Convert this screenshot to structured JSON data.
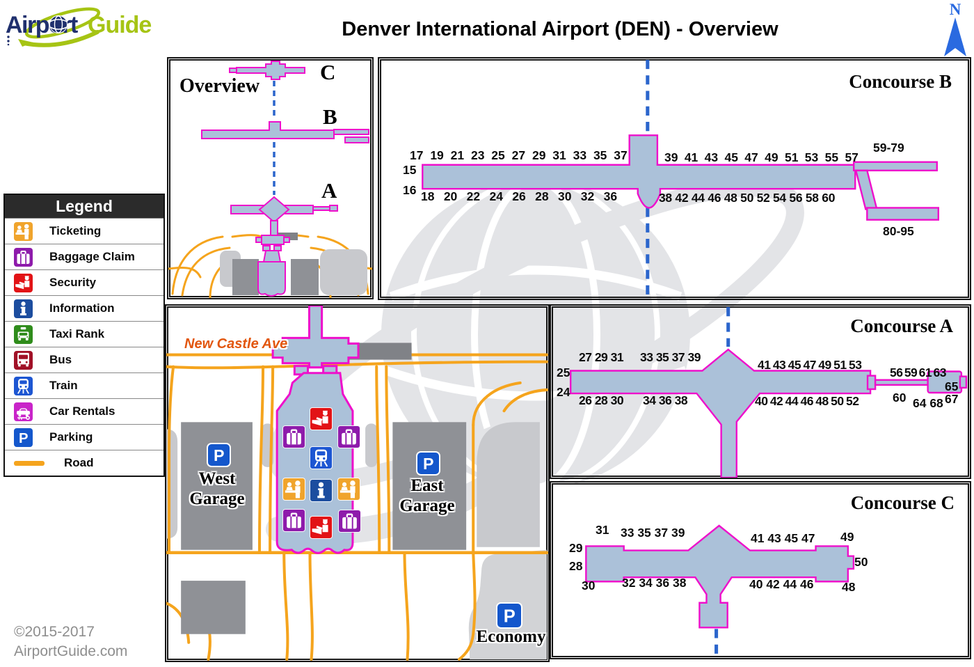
{
  "logo": {
    "text_airport": "Airport",
    "text_guide": "Guide"
  },
  "header": {
    "title": "Denver International Airport (DEN) - Overview"
  },
  "compass": {
    "label": "N"
  },
  "legend": {
    "title": "Legend",
    "items": [
      {
        "label": "Ticketing",
        "icon": "ticketing-icon",
        "type": "ticketing",
        "color": "#F0A42C"
      },
      {
        "label": "Baggage Claim",
        "icon": "baggage-claim-icon",
        "type": "baggage",
        "color": "#8E1BAB"
      },
      {
        "label": "Security",
        "icon": "security-icon",
        "type": "security",
        "color": "#E21316"
      },
      {
        "label": "Information",
        "icon": "information-icon",
        "type": "information",
        "color": "#1C4D9F"
      },
      {
        "label": "Taxi Rank",
        "icon": "taxi-rank-icon",
        "type": "taxi",
        "color": "#2F8C1B"
      },
      {
        "label": "Bus",
        "icon": "bus-icon",
        "type": "bus",
        "color": "#A11127"
      },
      {
        "label": "Train",
        "icon": "train-icon",
        "type": "train",
        "color": "#1D56D2"
      },
      {
        "label": "Car Rentals",
        "icon": "car-rentals-icon",
        "type": "car-rentals",
        "color": "#C924C9"
      },
      {
        "label": "Parking",
        "icon": "parking-icon",
        "type": "parking",
        "color": "#1457CC"
      },
      {
        "label": "Road",
        "icon": "road-line",
        "type": "road",
        "color": "#F5A41D"
      }
    ]
  },
  "overview_panel": {
    "title": "Overview",
    "labels": {
      "c": "C",
      "b": "B",
      "a": "A"
    }
  },
  "concourse_b": {
    "title": "Concourse B",
    "gates": [
      "17 19 21 23 25 27 29 31 33 35 37",
      "39 41 43 45 47 49 51 53 55 57",
      "59-79",
      "15",
      "16",
      "18 20 22 24 26 28 30 32 36",
      "38 42 44 46 48 50 52 54 56 58 60",
      "80-95"
    ]
  },
  "concourse_a": {
    "title": "Concourse A",
    "gates": [
      "27 29 31",
      "33 35 37 39",
      "25",
      "24",
      "26 28 30",
      "34 36 38",
      "41 43 45 47 49 51 53",
      "40 42 44 46 48 50 52",
      "56 59 61 63",
      "65",
      "60",
      "64 68",
      "67"
    ]
  },
  "concourse_c": {
    "title": "Concourse C",
    "gates": [
      "31",
      "33 35 37 39",
      "29",
      "28",
      "30",
      "32 34 36 38",
      "41 43 45 47",
      "49",
      "50",
      "40 42 44 46",
      "48"
    ]
  },
  "main_map": {
    "street_label": "New Castle Ave",
    "west_garage": "West Garage",
    "east_garage": "East Garage",
    "economy_label": "Economy",
    "terminal_icons": [
      "security",
      "baggage",
      "baggage",
      "train",
      "ticketing",
      "information",
      "ticketing",
      "baggage",
      "security",
      "baggage"
    ]
  },
  "icons": {
    "parking_letter": "P"
  },
  "footer": {
    "line1": "©2015-2017",
    "line2": "AirportGuide.com"
  },
  "colors": {
    "concourse_fill": "#ABC1D9",
    "concourse_outline": "#EE10CB",
    "train_line": "#2B65CC",
    "road": "#F5A41D",
    "watermark": "#E3E4E7"
  }
}
